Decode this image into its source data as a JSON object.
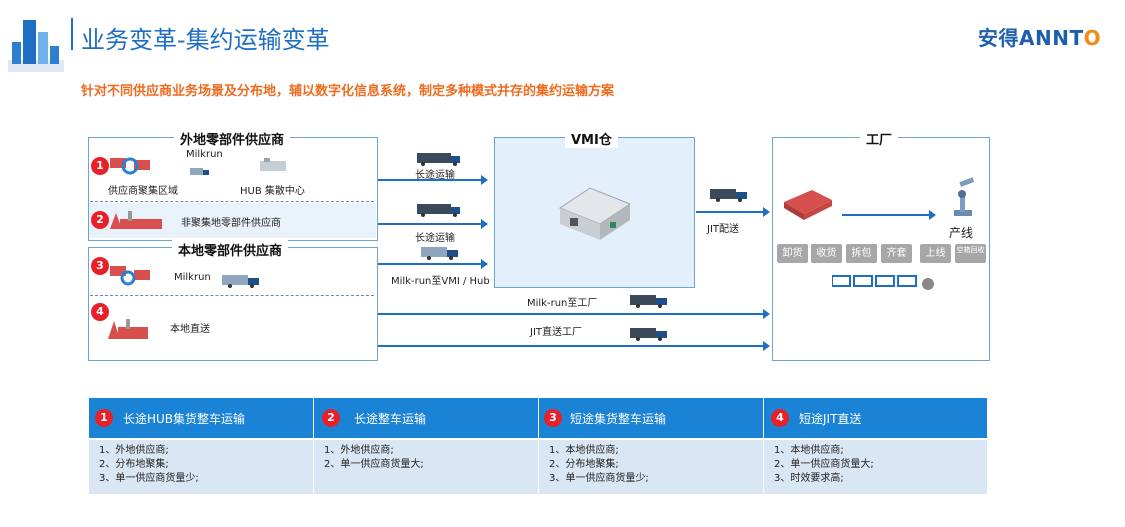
{
  "header": {
    "title": "业务变革-集约运输变革",
    "brand_prefix": "安得ANNT",
    "brand_suffix": "O",
    "subtitle": "针对不同供应商业务场景及分布地，辅以数字化信息系统，制定多种模式并存的集约运输方案"
  },
  "colors": {
    "accent": "#1e6fc4",
    "orange": "#ee6b1f",
    "red": "#e8202a",
    "panel_blue": "#1a83d6",
    "panel_bg": "#d9e6f3"
  },
  "diagram": {
    "remote_title": "外地零部件供应商",
    "local_title": "本地零部件供应商",
    "vmi_title": "VMI仓",
    "factory_title": "工厂",
    "milkrun_label": "Milkrun",
    "supplier_area": "供应商聚集区域",
    "hub_center": "HUB 集散中心",
    "non_cluster": "非聚集地零部件供应商",
    "milkrun_local": "Milkrun",
    "local_direct": "本地直送",
    "long_haul_1": "长途运输",
    "long_haul_2": "长途运输",
    "milkrun_vmi": "Milk-run至VMI / Hub",
    "milkrun_factory": "Milk-run至工厂",
    "jit_direct": "JIT直送工厂",
    "jit_delivery": "JIT配送",
    "production_line": "产线",
    "steps": [
      "卸货",
      "收货",
      "拆包",
      "齐套",
      "上线",
      "空箱回收"
    ],
    "nums": [
      "1",
      "2",
      "3",
      "4"
    ]
  },
  "panels": [
    {
      "num": "1",
      "title": "长途HUB集货整车运输",
      "items": [
        "1、外地供应商;",
        "2、分布地聚集;",
        "3、单一供应商货量少;"
      ]
    },
    {
      "num": "2",
      "title": "长途整车运输",
      "items": [
        "1、外地供应商;",
        "2、单一供应商货量大;"
      ]
    },
    {
      "num": "3",
      "title": "短途集货整车运输",
      "items": [
        "1、本地供应商;",
        "2、分布地聚集;",
        "3、单一供应商货量少;"
      ]
    },
    {
      "num": "4",
      "title": "短途JIT直送",
      "items": [
        "1、本地供应商;",
        "2、单一供应商货量大;",
        "3、时效要求高;"
      ]
    }
  ]
}
